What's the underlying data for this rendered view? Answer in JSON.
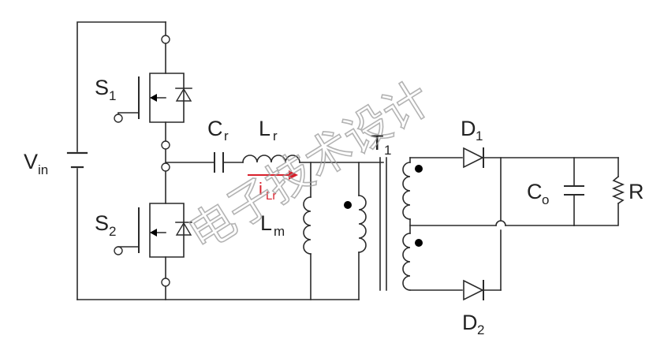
{
  "labels": {
    "vin": "V",
    "vin_sub": "in",
    "s1": "S",
    "s1_sub": "1",
    "s2": "S",
    "s2_sub": "2",
    "cr": "C",
    "cr_sub": "r",
    "lr": "L",
    "lr_sub": "r",
    "ilr": "i",
    "ilr_sub": "Lr",
    "lm": "L",
    "lm_sub": "m",
    "t1": "T",
    "t1_sub": "1",
    "d1": "D",
    "d1_sub": "1",
    "d2": "D",
    "d2_sub": "2",
    "co": "C",
    "co_sub": "o",
    "r": "R"
  },
  "watermark": "电子技术设计",
  "colors": {
    "wire": "#2a2a2a",
    "current_arrow": "#d8202c",
    "watermark": "#9a9a9a"
  }
}
